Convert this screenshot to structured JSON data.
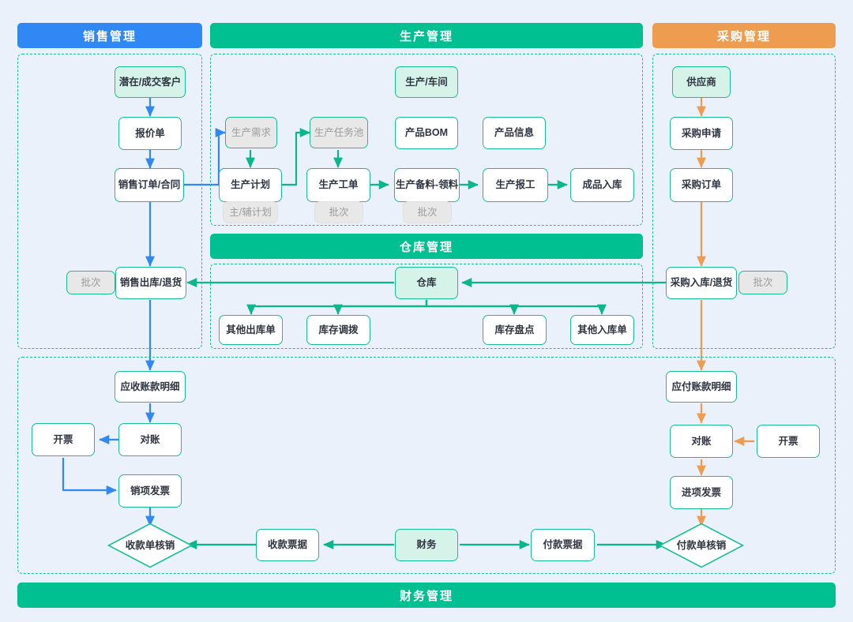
{
  "colors": {
    "background": "#eaf1fa",
    "sales_accent": "#2f88f3",
    "production_accent": "#00bf90",
    "purchase_accent": "#ed9c50",
    "node_border": "#18bf92",
    "mint_fill": "#d6f3ea",
    "gray_fill": "#e8e8e8",
    "gray_text": "#9b9b9b"
  },
  "headers": {
    "sales": "销售管理",
    "production": "生产管理",
    "purchase": "采购管理",
    "warehouse": "仓库管理",
    "finance": "财务管理"
  },
  "sales": {
    "nodes": [
      {
        "id": "customer",
        "label": "潜在/成交客户"
      },
      {
        "id": "quotation",
        "label": "报价单"
      },
      {
        "id": "sales_order",
        "label": "销售订单/合同"
      },
      {
        "id": "sales_batch",
        "label": "批次"
      },
      {
        "id": "sales_out",
        "label": "销售出库/退货"
      }
    ]
  },
  "production": {
    "nodes": [
      {
        "id": "workshop",
        "label": "生产/车间"
      },
      {
        "id": "prod_demand",
        "label": "生产需求"
      },
      {
        "id": "task_pool",
        "label": "生产任务池"
      },
      {
        "id": "product_bom",
        "label": "产品BOM"
      },
      {
        "id": "product_info",
        "label": "产品信息"
      },
      {
        "id": "prod_plan",
        "label": "生产计划"
      },
      {
        "id": "work_order",
        "label": "生产工单"
      },
      {
        "id": "prep_picking",
        "label": "生产备料-领料"
      },
      {
        "id": "prod_report",
        "label": "生产报工"
      },
      {
        "id": "finished_in",
        "label": "成品入库"
      },
      {
        "id": "plan_tag",
        "label": "主/辅计划"
      },
      {
        "id": "wo_batch",
        "label": "批次"
      },
      {
        "id": "prep_batch",
        "label": "批次"
      }
    ]
  },
  "purchase": {
    "nodes": [
      {
        "id": "supplier",
        "label": "供应商"
      },
      {
        "id": "purchase_req",
        "label": "采购申请"
      },
      {
        "id": "purchase_order",
        "label": "采购订单"
      },
      {
        "id": "purchase_in",
        "label": "采购入库/退货"
      },
      {
        "id": "purchase_batch",
        "label": "批次"
      }
    ]
  },
  "warehouse": {
    "nodes": [
      {
        "id": "warehouse",
        "label": "仓库"
      },
      {
        "id": "other_out",
        "label": "其他出库单"
      },
      {
        "id": "stock_transfer",
        "label": "库存调拨"
      },
      {
        "id": "stock_count",
        "label": "库存盘点"
      },
      {
        "id": "other_in",
        "label": "其他入库单"
      }
    ]
  },
  "finance": {
    "nodes": [
      {
        "id": "ar_detail",
        "label": "应收账款明细"
      },
      {
        "id": "ar_recon",
        "label": "对账"
      },
      {
        "id": "ar_invoicing",
        "label": "开票"
      },
      {
        "id": "output_invoice",
        "label": "销项发票"
      },
      {
        "id": "receipt_settle",
        "label": "收款单核销"
      },
      {
        "id": "receipt_doc",
        "label": "收款票据"
      },
      {
        "id": "finance_center",
        "label": "财务"
      },
      {
        "id": "payment_doc",
        "label": "付款票据"
      },
      {
        "id": "payment_settle",
        "label": "付款单核销"
      },
      {
        "id": "ap_detail",
        "label": "应付账款明细"
      },
      {
        "id": "ap_recon",
        "label": "对账"
      },
      {
        "id": "ap_invoicing",
        "label": "开票"
      },
      {
        "id": "input_invoice",
        "label": "进项发票"
      }
    ]
  },
  "chart_data": {
    "type": "diagram",
    "title": "ERP 业务流程图",
    "lanes": [
      "销售管理",
      "生产管理",
      "采购管理",
      "仓库管理",
      "财务管理"
    ],
    "edges": [
      {
        "from": "潜在/成交客户",
        "to": "报价单",
        "color": "#2f88f3"
      },
      {
        "from": "报价单",
        "to": "销售订单/合同",
        "color": "#2f88f3"
      },
      {
        "from": "销售订单/合同",
        "to": "生产需求",
        "color": "#2f88f3"
      },
      {
        "from": "销售订单/合同",
        "to": "销售出库/退货",
        "color": "#2f88f3"
      },
      {
        "from": "销售出库/退货",
        "to": "应收账款明细",
        "color": "#2f88f3"
      },
      {
        "from": "应收账款明细",
        "to": "对账",
        "color": "#2f88f3"
      },
      {
        "from": "对账",
        "to": "开票",
        "color": "#2f88f3"
      },
      {
        "from": "开票",
        "to": "销项发票",
        "color": "#2f88f3"
      },
      {
        "from": "销项发票",
        "to": "收款单核销",
        "color": "#2f88f3"
      },
      {
        "from": "生产需求",
        "to": "生产计划",
        "color": "#0cb68c"
      },
      {
        "from": "生产计划",
        "to": "生产任务池",
        "color": "#0cb68c"
      },
      {
        "from": "生产任务池",
        "to": "生产工单",
        "color": "#0cb68c"
      },
      {
        "from": "生产工单",
        "to": "生产备料-领料",
        "color": "#0cb68c"
      },
      {
        "from": "生产备料-领料",
        "to": "生产报工",
        "color": "#0cb68c"
      },
      {
        "from": "生产报工",
        "to": "成品入库",
        "color": "#0cb68c"
      },
      {
        "from": "供应商",
        "to": "采购申请",
        "color": "#ed9c50"
      },
      {
        "from": "采购申请",
        "to": "采购订单",
        "color": "#ed9c50"
      },
      {
        "from": "采购订单",
        "to": "采购入库/退货",
        "color": "#ed9c50"
      },
      {
        "from": "采购入库/退货",
        "to": "应付账款明细",
        "color": "#ed9c50"
      },
      {
        "from": "应付账款明细",
        "to": "对账",
        "color": "#ed9c50"
      },
      {
        "from": "开票",
        "to": "对账",
        "color": "#ed9c50"
      },
      {
        "from": "对账",
        "to": "进项发票",
        "color": "#ed9c50"
      },
      {
        "from": "进项发票",
        "to": "付款单核销",
        "color": "#ed9c50"
      },
      {
        "from": "仓库",
        "to": "销售出库/退货",
        "color": "#0cb68c"
      },
      {
        "from": "采购入库/退货",
        "to": "仓库",
        "color": "#0cb68c"
      },
      {
        "from": "仓库",
        "to": "其他出库单",
        "color": "#0cb68c"
      },
      {
        "from": "仓库",
        "to": "库存调拨",
        "color": "#0cb68c"
      },
      {
        "from": "仓库",
        "to": "库存盘点",
        "color": "#0cb68c"
      },
      {
        "from": "仓库",
        "to": "其他入库单",
        "color": "#0cb68c"
      },
      {
        "from": "财务",
        "to": "收款票据",
        "color": "#0cb68c"
      },
      {
        "from": "收款票据",
        "to": "收款单核销",
        "color": "#0cb68c"
      },
      {
        "from": "财务",
        "to": "付款票据",
        "color": "#0cb68c"
      },
      {
        "from": "付款票据",
        "to": "付款单核销",
        "color": "#0cb68c"
      }
    ]
  }
}
